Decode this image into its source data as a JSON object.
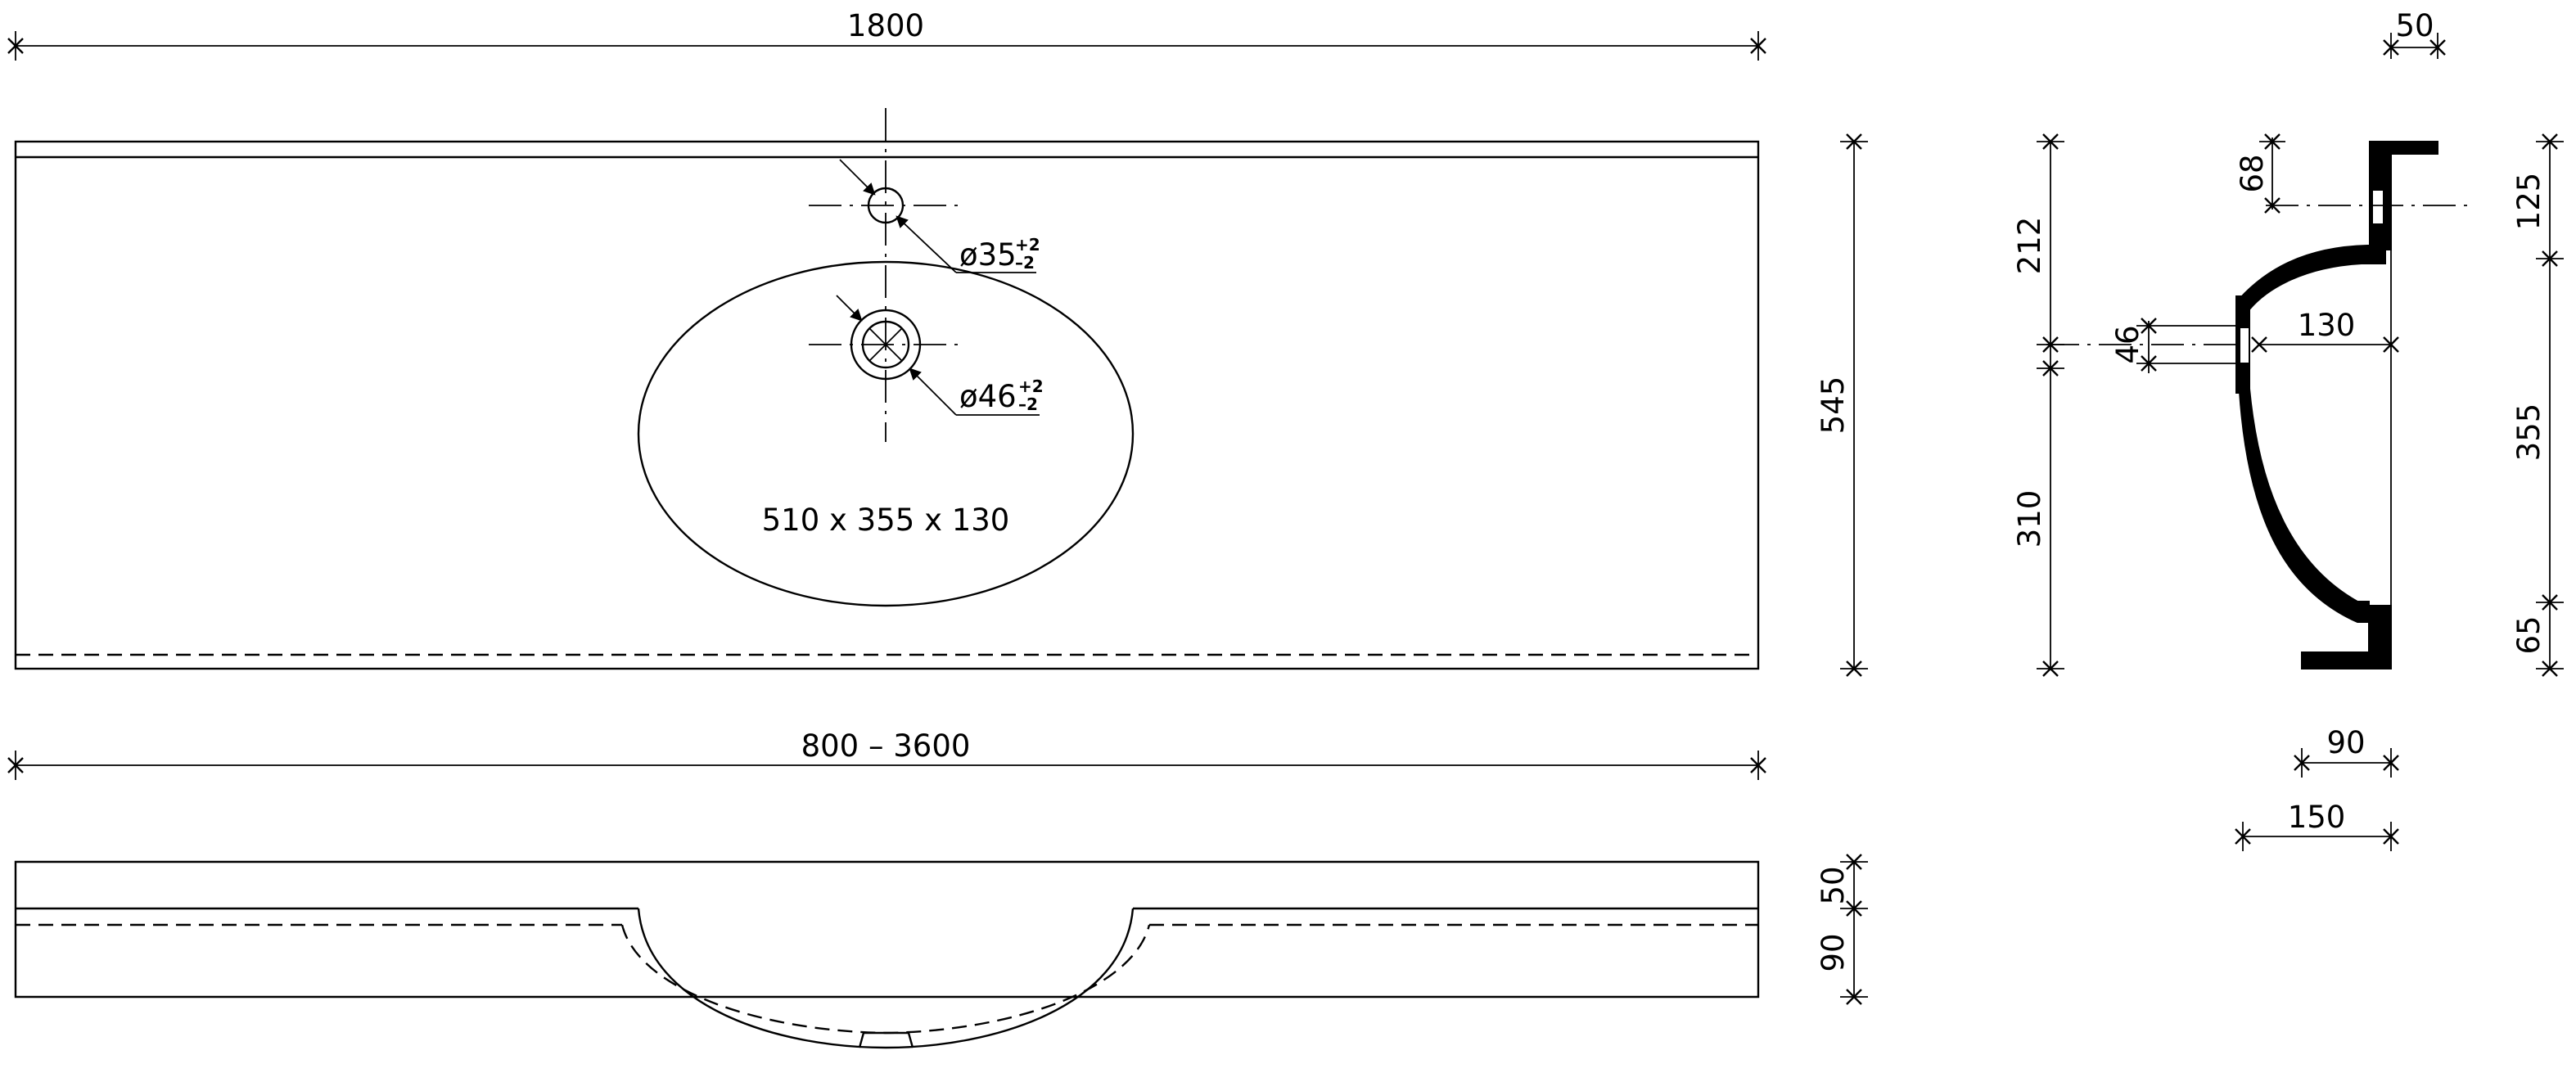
{
  "dimensions": {
    "top_length": "1800",
    "depth": "545",
    "range_length": "800 – 3600",
    "front_height_top": "50",
    "front_height_bottom": "90",
    "side_top_width": "50",
    "side_offset_68": "68",
    "side_212": "212",
    "side_46": "46",
    "side_130": "130",
    "side_310": "310",
    "side_125": "125",
    "side_355": "355",
    "side_65": "65",
    "side_bottom_90": "90",
    "side_bottom_150": "150"
  },
  "holes": {
    "tap_hole_prefix": "ø35",
    "tap_hole_tol_upper": "+2",
    "tap_hole_tol_lower": "–2",
    "drain_hole_prefix": "ø46",
    "drain_hole_tol_upper": "+2",
    "drain_hole_tol_lower": "–2"
  },
  "basin_label": "510 x 355 x 130"
}
